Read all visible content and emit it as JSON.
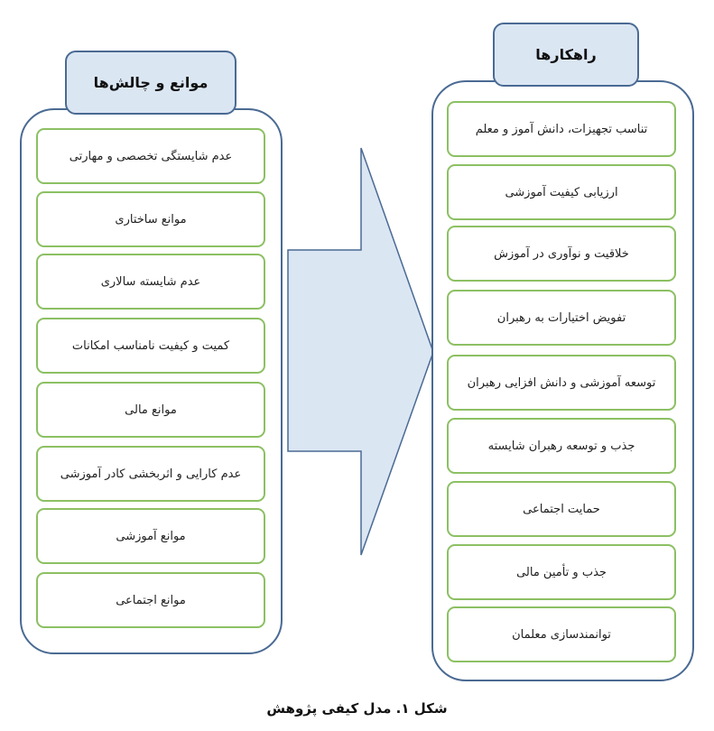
{
  "left_panel": {
    "title": "موانع و چالش‌ها",
    "items": [
      "عدم شایستگی تخصصی و مهارتی",
      "موانع ساختاری",
      "عدم شایسته سالاری",
      "کمیت و کیفیت نامناسب امکانات",
      "موانع مالی",
      "عدم کارایی و اثربخشی کادر آموزشی",
      "موانع آموزشی",
      "موانع اجتماعی"
    ]
  },
  "right_panel": {
    "title": "راهکارها",
    "items": [
      "تناسب تجهیزات، دانش آموز و معلم",
      "ارزیابی کیفیت آموزشی",
      "خلاقیت و نوآوری در آموزش",
      "تفویض اختیارات به رهبران",
      "توسعه آموزشی و دانش افزایی رهبران",
      "جذب و توسعه رهبران شایسته",
      "حمایت اجتماعی",
      "جذب و تأمین مالی",
      "توانمندسازی معلمان"
    ]
  },
  "caption": "شکل ۱. مدل کیفی پژوهش",
  "colors": {
    "panel_border": "#4a6a93",
    "header_fill": "#dbe6f3",
    "item_border": "#8cc063",
    "arrow_fill": "#dbe6f3"
  }
}
